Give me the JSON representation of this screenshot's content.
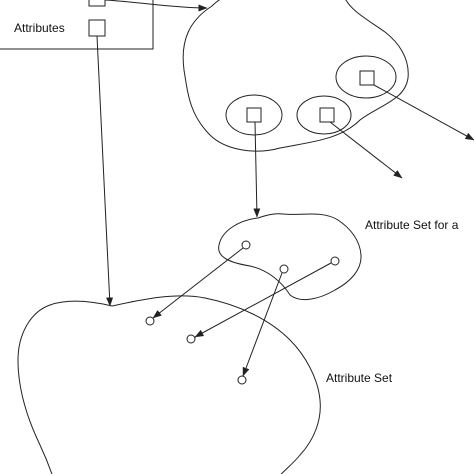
{
  "labels": {
    "attributes": "Attributes",
    "attribute_set_for": "Attribute Set for a",
    "attribute_set": "Attribute Set"
  },
  "colors": {
    "stroke": "#222222",
    "background": "#ffffff"
  }
}
